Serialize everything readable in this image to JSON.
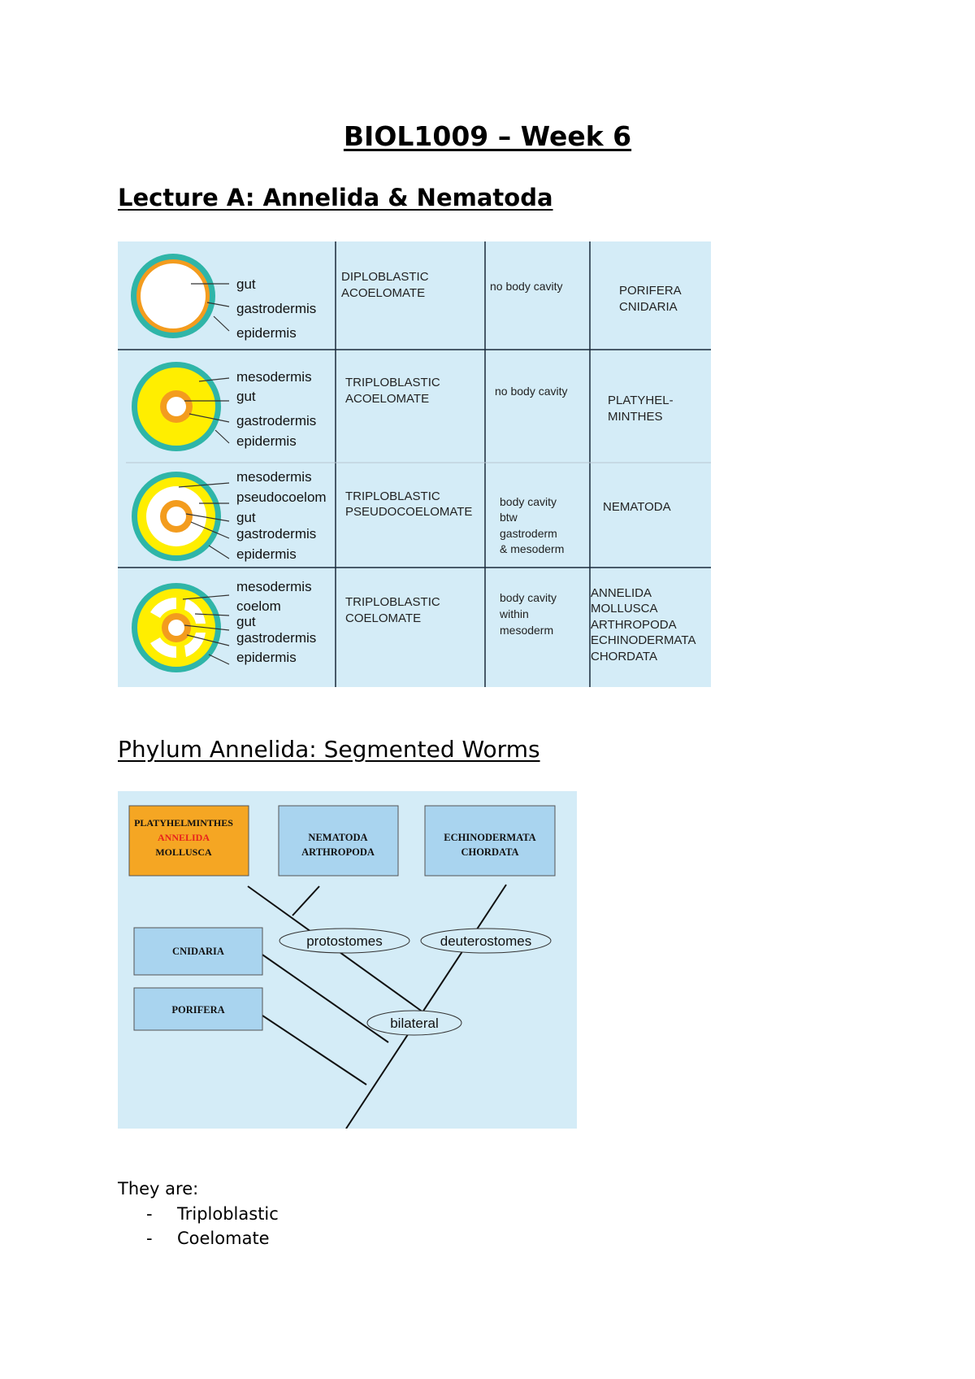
{
  "title": "BIOL1009 – Week 6",
  "lecture_heading": "Lecture A: Annelida & Nematoda",
  "germ_table": {
    "rows": [
      {
        "layers": [
          "gut",
          "gastrodermis",
          "epidermis"
        ],
        "type": [
          "DIPLOBLASTIC",
          "ACOELOMATE"
        ],
        "cavity": [
          "no body cavity"
        ],
        "phyla": [
          "PORIFERA",
          "CNIDARIA"
        ]
      },
      {
        "layers": [
          "mesodermis",
          "gut",
          "gastrodermis",
          "epidermis"
        ],
        "type": [
          "TRIPLOBLASTIC",
          "ACOELOMATE"
        ],
        "cavity": [
          "no body cavity"
        ],
        "phyla": [
          "PLATYHEL-",
          "MINTHES"
        ]
      },
      {
        "layers": [
          "mesodermis",
          "pseudocoelom",
          "gut",
          "gastrodermis",
          "epidermis"
        ],
        "type": [
          "TRIPLOBLASTIC",
          "PSEUDOCOELOMATE"
        ],
        "cavity": [
          "body cavity",
          "btw",
          "gastroderm",
          "& mesoderm"
        ],
        "phyla": [
          "NEMATODA"
        ]
      },
      {
        "layers": [
          "mesodermis",
          "coelom",
          "gut",
          "gastrodermis",
          "epidermis"
        ],
        "type": [
          "TRIPLOBLASTIC",
          "COELOMATE"
        ],
        "cavity": [
          "body cavity",
          "within",
          "mesoderm"
        ],
        "phyla": [
          "ANNELIDA",
          "MOLLUSCA",
          "ARTHROPODA",
          "ECHINODERMATA",
          "CHORDATA"
        ]
      }
    ]
  },
  "phylum_heading": "Phylum Annelida: Segmented Worms",
  "cladogram": {
    "box_top_left": [
      "PLATYHELMINTHES",
      "ANNELIDA",
      "MOLLUSCA"
    ],
    "box_top_mid": [
      "NEMATODA",
      "ARTHROPODA"
    ],
    "box_top_right": [
      "ECHINODERMATA",
      "CHORDATA"
    ],
    "box_cnidaria": "CNIDARIA",
    "box_porifera": "PORIFERA",
    "label_protostomes": "protostomes",
    "label_deuterostomes": "deuterostomes",
    "label_bilateral": "bilateral",
    "colors": {
      "background": "#d4ecf7",
      "box_blue": "#a9d4ef",
      "box_orange": "#f5a623",
      "highlight_red": "#e8231c"
    }
  },
  "body_text": {
    "intro": "They are:",
    "bullets": [
      "Triploblastic",
      "Coelomate"
    ],
    "bullet_marker": "-"
  }
}
